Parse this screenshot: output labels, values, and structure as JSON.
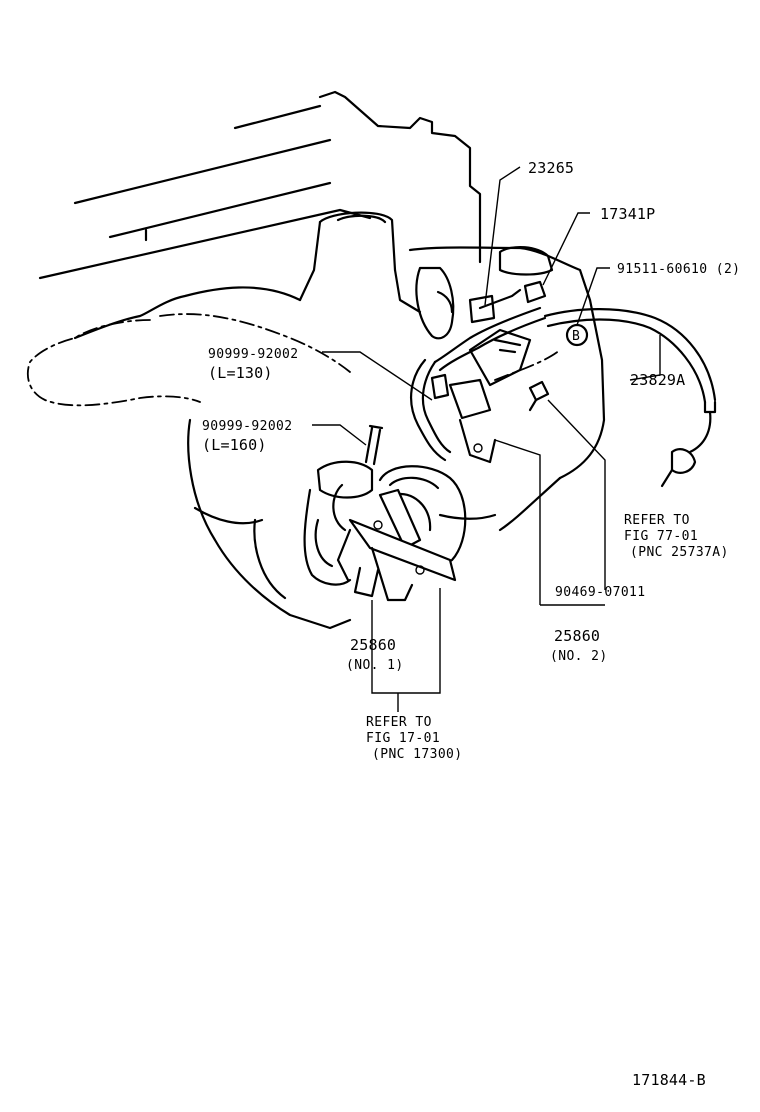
{
  "diagram": {
    "figure_id": "171844-B",
    "callouts": {
      "part_23265": "23265",
      "part_17341P": "17341P",
      "part_91511": "91511-60610 (2)",
      "part_23829A": "23829A",
      "hose_a_part": "90999-92002",
      "hose_a_len": "(L=130)",
      "hose_b_part": "90999-92002",
      "hose_b_len": "(L=160)",
      "part_90469": "90469-07011",
      "valve1_part": "25860",
      "valve1_no": "(NO. 1)",
      "valve2_part": "25860",
      "valve2_no": "(NO. 2)",
      "circle_marker": "B"
    },
    "refs": {
      "ref77": {
        "line1": "REFER TO",
        "line2": "FIG 77-01",
        "line3": "(PNC 25737A)"
      },
      "ref17": {
        "line1": "REFER TO",
        "line2": "FIG 17-01",
        "line3": "(PNC 17300)"
      }
    }
  }
}
